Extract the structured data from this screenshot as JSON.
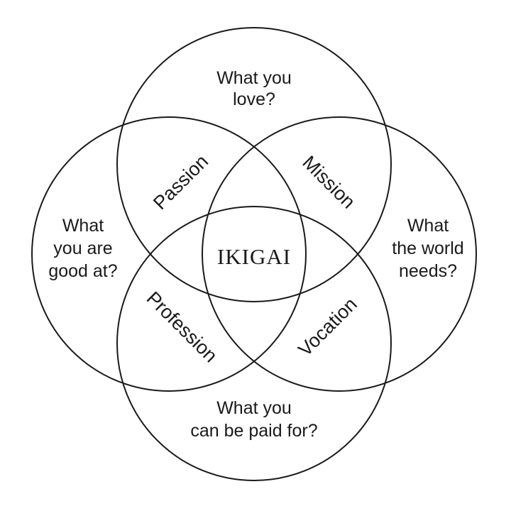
{
  "circles": {
    "top": [
      "What you",
      "love?"
    ],
    "left": [
      "What",
      "you are",
      "good at?"
    ],
    "right": [
      "What",
      "the world",
      "needs?"
    ],
    "bottom": [
      "What you",
      "can be paid for?"
    ]
  },
  "overlaps": {
    "top_left": "Passion",
    "top_right": "Mission",
    "bottom_left": "Profession",
    "bottom_right": "Vocation"
  },
  "center": "IKIGAI"
}
